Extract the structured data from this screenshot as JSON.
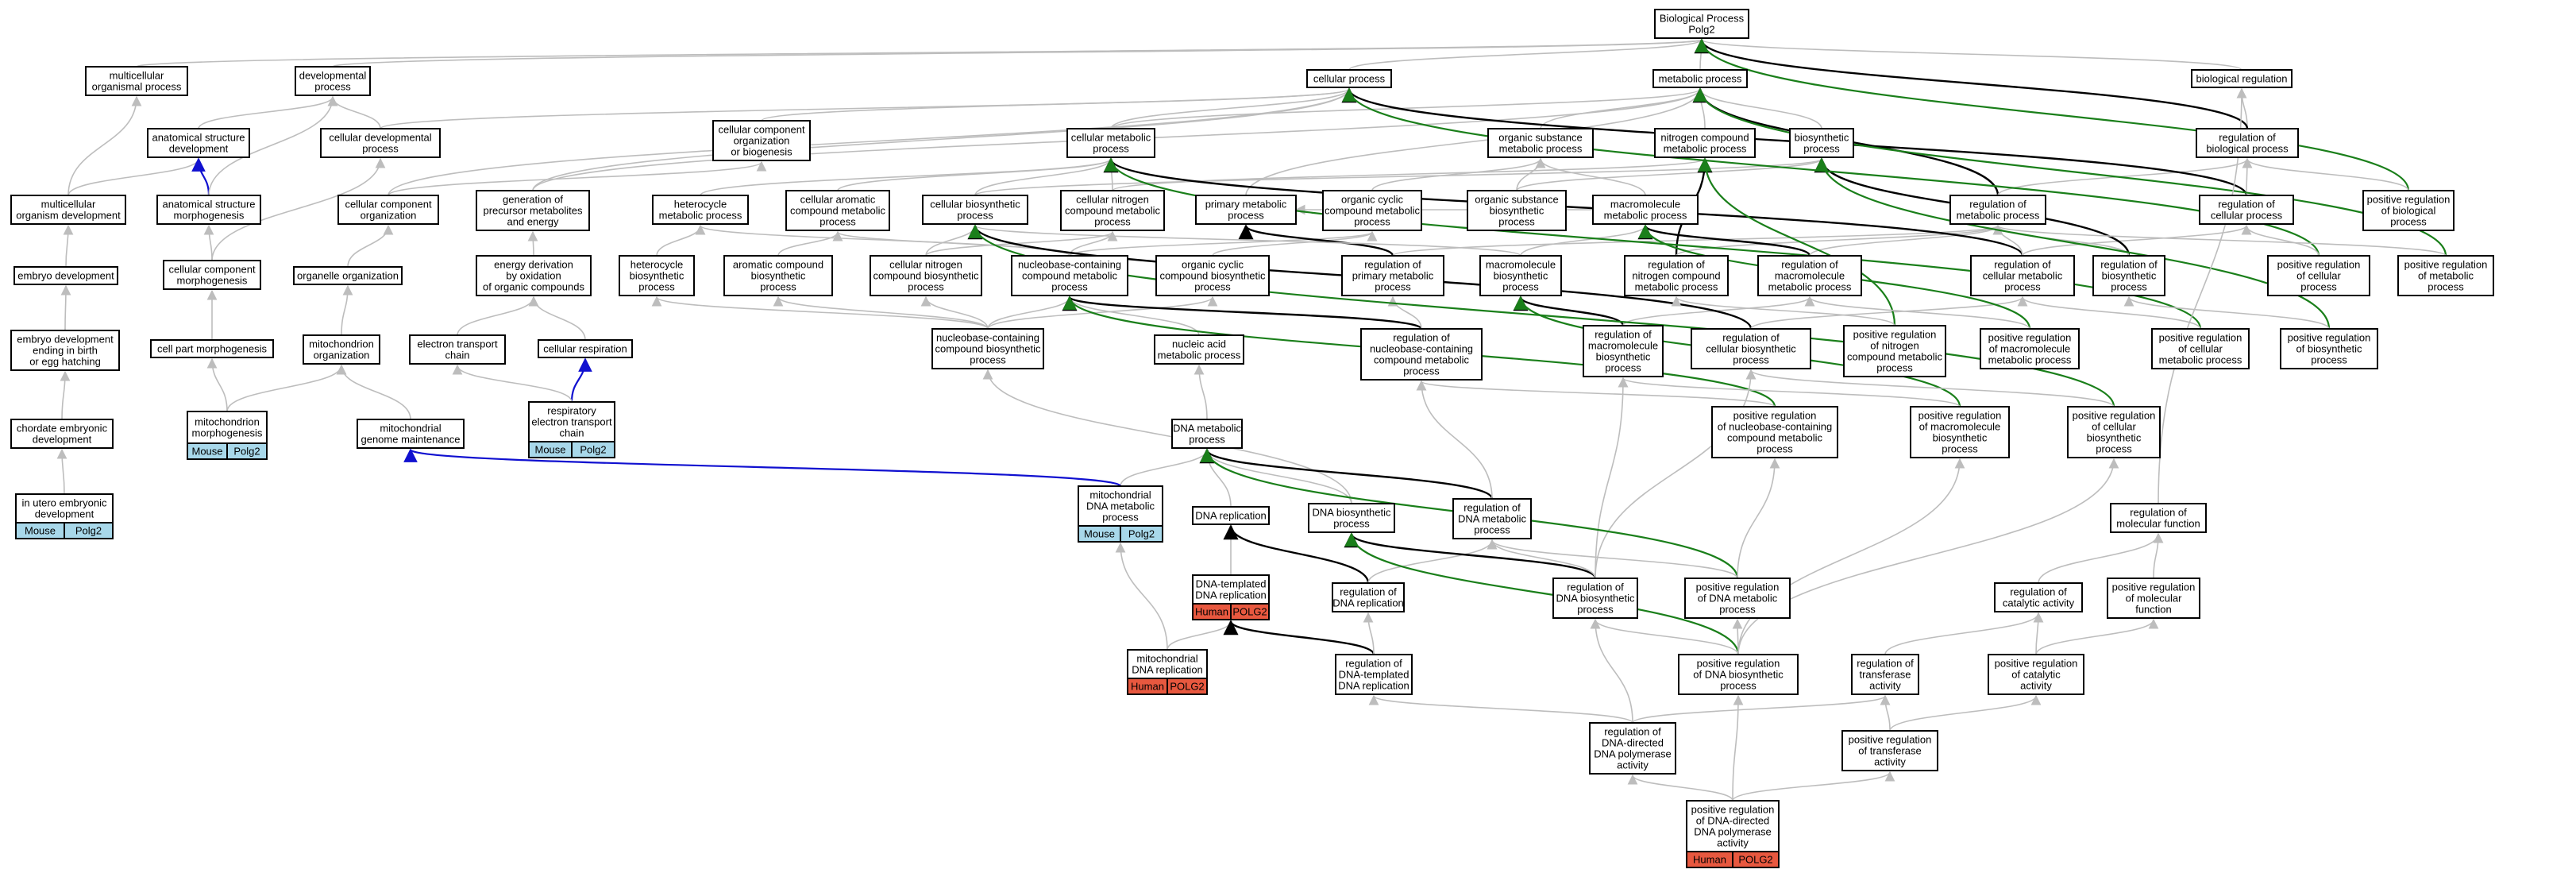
{
  "colors": {
    "edge_gray": "#bdbdbd",
    "edge_black": "#000000",
    "edge_green": "#1a7f1a",
    "edge_blue": "#1010d0",
    "mouse_bg": "#a8d8ea",
    "human_bg": "#e8583f"
  },
  "nodes": [
    {
      "id": "bp",
      "lines": [
        "Biological Process",
        "Polg2"
      ]
    },
    {
      "id": "mop",
      "lines": [
        "multicellular",
        "organismal process"
      ]
    },
    {
      "id": "dev",
      "lines": [
        "developmental",
        "process"
      ]
    },
    {
      "id": "cp",
      "lines": [
        "cellular process"
      ]
    },
    {
      "id": "mp",
      "lines": [
        "metabolic process"
      ]
    },
    {
      "id": "br",
      "lines": [
        "biological regulation"
      ]
    },
    {
      "id": "asd",
      "lines": [
        "anatomical structure",
        "development"
      ]
    },
    {
      "id": "cdp",
      "lines": [
        "cellular developmental",
        "process"
      ]
    },
    {
      "id": "ccob",
      "lines": [
        "cellular component",
        "organization",
        "or biogenesis"
      ]
    },
    {
      "id": "cmp",
      "lines": [
        "cellular metabolic",
        "process"
      ]
    },
    {
      "id": "osmp",
      "lines": [
        "organic substance",
        "metabolic process"
      ]
    },
    {
      "id": "ncmp",
      "lines": [
        "nitrogen compound",
        "metabolic process"
      ]
    },
    {
      "id": "bsp",
      "lines": [
        "biosynthetic",
        "process"
      ]
    },
    {
      "id": "rbp",
      "lines": [
        "regulation of",
        "biological process"
      ]
    },
    {
      "id": "mod",
      "lines": [
        "multicellular",
        "organism development"
      ]
    },
    {
      "id": "asm",
      "lines": [
        "anatomical structure",
        "morphogenesis"
      ]
    },
    {
      "id": "cco",
      "lines": [
        "cellular component",
        "organization"
      ]
    },
    {
      "id": "gpm",
      "lines": [
        "generation of",
        "precursor metabolites",
        "and energy"
      ]
    },
    {
      "id": "hmp",
      "lines": [
        "heterocycle",
        "metabolic process"
      ]
    },
    {
      "id": "cacm",
      "lines": [
        "cellular aromatic",
        "compound metabolic",
        "process"
      ]
    },
    {
      "id": "cbp",
      "lines": [
        "cellular biosynthetic",
        "process"
      ]
    },
    {
      "id": "cncm",
      "lines": [
        "cellular nitrogen",
        "compound metabolic",
        "process"
      ]
    },
    {
      "id": "pmp",
      "lines": [
        "primary metabolic",
        "process"
      ]
    },
    {
      "id": "occm",
      "lines": [
        "organic cyclic",
        "compound metabolic",
        "process"
      ]
    },
    {
      "id": "osbp",
      "lines": [
        "organic substance",
        "biosynthetic",
        "process"
      ]
    },
    {
      "id": "mmp",
      "lines": [
        "macromolecule",
        "metabolic process"
      ]
    },
    {
      "id": "rmp",
      "lines": [
        "regulation of",
        "metabolic process"
      ]
    },
    {
      "id": "rcp",
      "lines": [
        "regulation of",
        "cellular process"
      ]
    },
    {
      "id": "prbp",
      "lines": [
        "positive regulation",
        "of biological",
        "process"
      ]
    },
    {
      "id": "ed",
      "lines": [
        "embryo development"
      ]
    },
    {
      "id": "ccm",
      "lines": [
        "cellular component",
        "morphogenesis"
      ]
    },
    {
      "id": "oo",
      "lines": [
        "organelle organization"
      ]
    },
    {
      "id": "edoc",
      "lines": [
        "energy derivation",
        "by oxidation",
        "of organic compounds"
      ]
    },
    {
      "id": "hbp",
      "lines": [
        "heterocycle",
        "biosynthetic",
        "process"
      ]
    },
    {
      "id": "acbp",
      "lines": [
        "aromatic compound",
        "biosynthetic",
        "process"
      ]
    },
    {
      "id": "cncb",
      "lines": [
        "cellular nitrogen",
        "compound biosynthetic",
        "process"
      ]
    },
    {
      "id": "nbcm",
      "lines": [
        "nucleobase-containing",
        "compound metabolic",
        "process"
      ]
    },
    {
      "id": "occb",
      "lines": [
        "organic cyclic",
        "compound biosynthetic",
        "process"
      ]
    },
    {
      "id": "rpmp",
      "lines": [
        "regulation of",
        "primary metabolic",
        "process"
      ]
    },
    {
      "id": "mbp",
      "lines": [
        "macromolecule",
        "biosynthetic",
        "process"
      ]
    },
    {
      "id": "rncm",
      "lines": [
        "regulation of",
        "nitrogen compound",
        "metabolic process"
      ]
    },
    {
      "id": "rmmp",
      "lines": [
        "regulation of",
        "macromolecule",
        "metabolic process"
      ]
    },
    {
      "id": "rcmp",
      "lines": [
        "regulation of",
        "cellular metabolic",
        "process"
      ]
    },
    {
      "id": "rbsp",
      "lines": [
        "regulation of",
        "biosynthetic",
        "process"
      ]
    },
    {
      "id": "prcp",
      "lines": [
        "positive regulation",
        "of cellular",
        "process"
      ]
    },
    {
      "id": "prmp",
      "lines": [
        "positive regulation",
        "of metabolic",
        "process"
      ]
    },
    {
      "id": "eebe",
      "lines": [
        "embryo development",
        "ending in birth",
        "or egg hatching"
      ]
    },
    {
      "id": "cpm",
      "lines": [
        "cell part morphogenesis"
      ]
    },
    {
      "id": "mo",
      "lines": [
        "mitochondrion",
        "organization"
      ]
    },
    {
      "id": "etc",
      "lines": [
        "electron transport",
        "chain"
      ]
    },
    {
      "id": "cr",
      "lines": [
        "cellular respiration"
      ]
    },
    {
      "id": "nbcb",
      "lines": [
        "nucleobase-containing",
        "compound biosynthetic",
        "process"
      ]
    },
    {
      "id": "namp",
      "lines": [
        "nucleic acid",
        "metabolic process"
      ]
    },
    {
      "id": "rnbc",
      "lines": [
        "regulation of",
        "nucleobase-containing",
        "compound metabolic",
        "process"
      ]
    },
    {
      "id": "rmbp",
      "lines": [
        "regulation of",
        "macromolecule",
        "biosynthetic",
        "process"
      ]
    },
    {
      "id": "rcbp",
      "lines": [
        "regulation of",
        "cellular biosynthetic",
        "process"
      ]
    },
    {
      "id": "prnc",
      "lines": [
        "positive regulation",
        "of nitrogen",
        "compound metabolic",
        "process"
      ]
    },
    {
      "id": "prmm",
      "lines": [
        "positive regulation",
        "of macromolecule",
        "metabolic process"
      ]
    },
    {
      "id": "prcm",
      "lines": [
        "positive regulation",
        "of cellular",
        "metabolic process"
      ]
    },
    {
      "id": "prbs",
      "lines": [
        "positive regulation",
        "of biosynthetic",
        "process"
      ]
    },
    {
      "id": "ced",
      "lines": [
        "chordate embryonic",
        "development"
      ]
    },
    {
      "id": "mmorph",
      "lines": [
        "mitochondrion",
        "morphogenesis"
      ],
      "tag": {
        "org": "Mouse",
        "gene": "Polg2",
        "kind": "mouse"
      }
    },
    {
      "id": "mgm",
      "lines": [
        "mitochondrial",
        "genome maintenance"
      ]
    },
    {
      "id": "retc",
      "lines": [
        "respiratory",
        "electron transport",
        "chain"
      ],
      "tag": {
        "org": "Mouse",
        "gene": "Polg2",
        "kind": "mouse"
      }
    },
    {
      "id": "dmp",
      "lines": [
        "DNA metabolic",
        "process"
      ]
    },
    {
      "id": "prnbc",
      "lines": [
        "positive regulation",
        "of nucleobase-containing",
        "compound metabolic",
        "process"
      ]
    },
    {
      "id": "prmbp",
      "lines": [
        "positive regulation",
        "of macromolecule",
        "biosynthetic",
        "process"
      ]
    },
    {
      "id": "prcbp",
      "lines": [
        "positive regulation",
        "of cellular",
        "biosynthetic",
        "process"
      ]
    },
    {
      "id": "iued",
      "lines": [
        "in utero embryonic",
        "development"
      ],
      "tag": {
        "org": "Mouse",
        "gene": "Polg2",
        "kind": "mouse"
      }
    },
    {
      "id": "mdmp",
      "lines": [
        "mitochondrial",
        "DNA metabolic",
        "process"
      ],
      "tag": {
        "org": "Mouse",
        "gene": "Polg2",
        "kind": "mouse"
      }
    },
    {
      "id": "dr",
      "lines": [
        "DNA replication"
      ]
    },
    {
      "id": "dbp",
      "lines": [
        "DNA biosynthetic",
        "process"
      ]
    },
    {
      "id": "rdmp",
      "lines": [
        "regulation of",
        "DNA metabolic",
        "process"
      ]
    },
    {
      "id": "rmf",
      "lines": [
        "regulation of",
        "molecular function"
      ]
    },
    {
      "id": "dtdr",
      "lines": [
        "DNA-templated",
        "DNA replication"
      ],
      "tag": {
        "org": "Human",
        "gene": "POLG2",
        "kind": "human"
      }
    },
    {
      "id": "rdr",
      "lines": [
        "regulation of",
        "DNA replication"
      ]
    },
    {
      "id": "rdbp",
      "lines": [
        "regulation of",
        "DNA biosynthetic",
        "process"
      ]
    },
    {
      "id": "prdm",
      "lines": [
        "positive regulation",
        "of DNA metabolic",
        "process"
      ]
    },
    {
      "id": "rca",
      "lines": [
        "regulation of",
        "catalytic activity"
      ]
    },
    {
      "id": "prmf",
      "lines": [
        "positive regulation",
        "of molecular",
        "function"
      ]
    },
    {
      "id": "mdr",
      "lines": [
        "mitochondrial",
        "DNA replication"
      ],
      "tag": {
        "org": "Human",
        "gene": "POLG2",
        "kind": "human"
      }
    },
    {
      "id": "rdtdr",
      "lines": [
        "regulation of",
        "DNA-templated",
        "DNA replication"
      ]
    },
    {
      "id": "prdb",
      "lines": [
        "positive regulation",
        "of DNA biosynthetic",
        "process"
      ]
    },
    {
      "id": "rta",
      "lines": [
        "regulation of",
        "transferase",
        "activity"
      ]
    },
    {
      "id": "prca",
      "lines": [
        "positive regulation",
        "of catalytic",
        "activity"
      ]
    },
    {
      "id": "rddp",
      "lines": [
        "regulation of",
        "DNA-directed",
        "DNA polymerase",
        "activity"
      ]
    },
    {
      "id": "prta",
      "lines": [
        "positive regulation",
        "of transferase",
        "activity"
      ]
    },
    {
      "id": "prddp",
      "lines": [
        "positive regulation",
        "of DNA-directed",
        "DNA polymerase",
        "activity"
      ],
      "tag": {
        "org": "Human",
        "gene": "POLG2",
        "kind": "human"
      }
    }
  ]
}
